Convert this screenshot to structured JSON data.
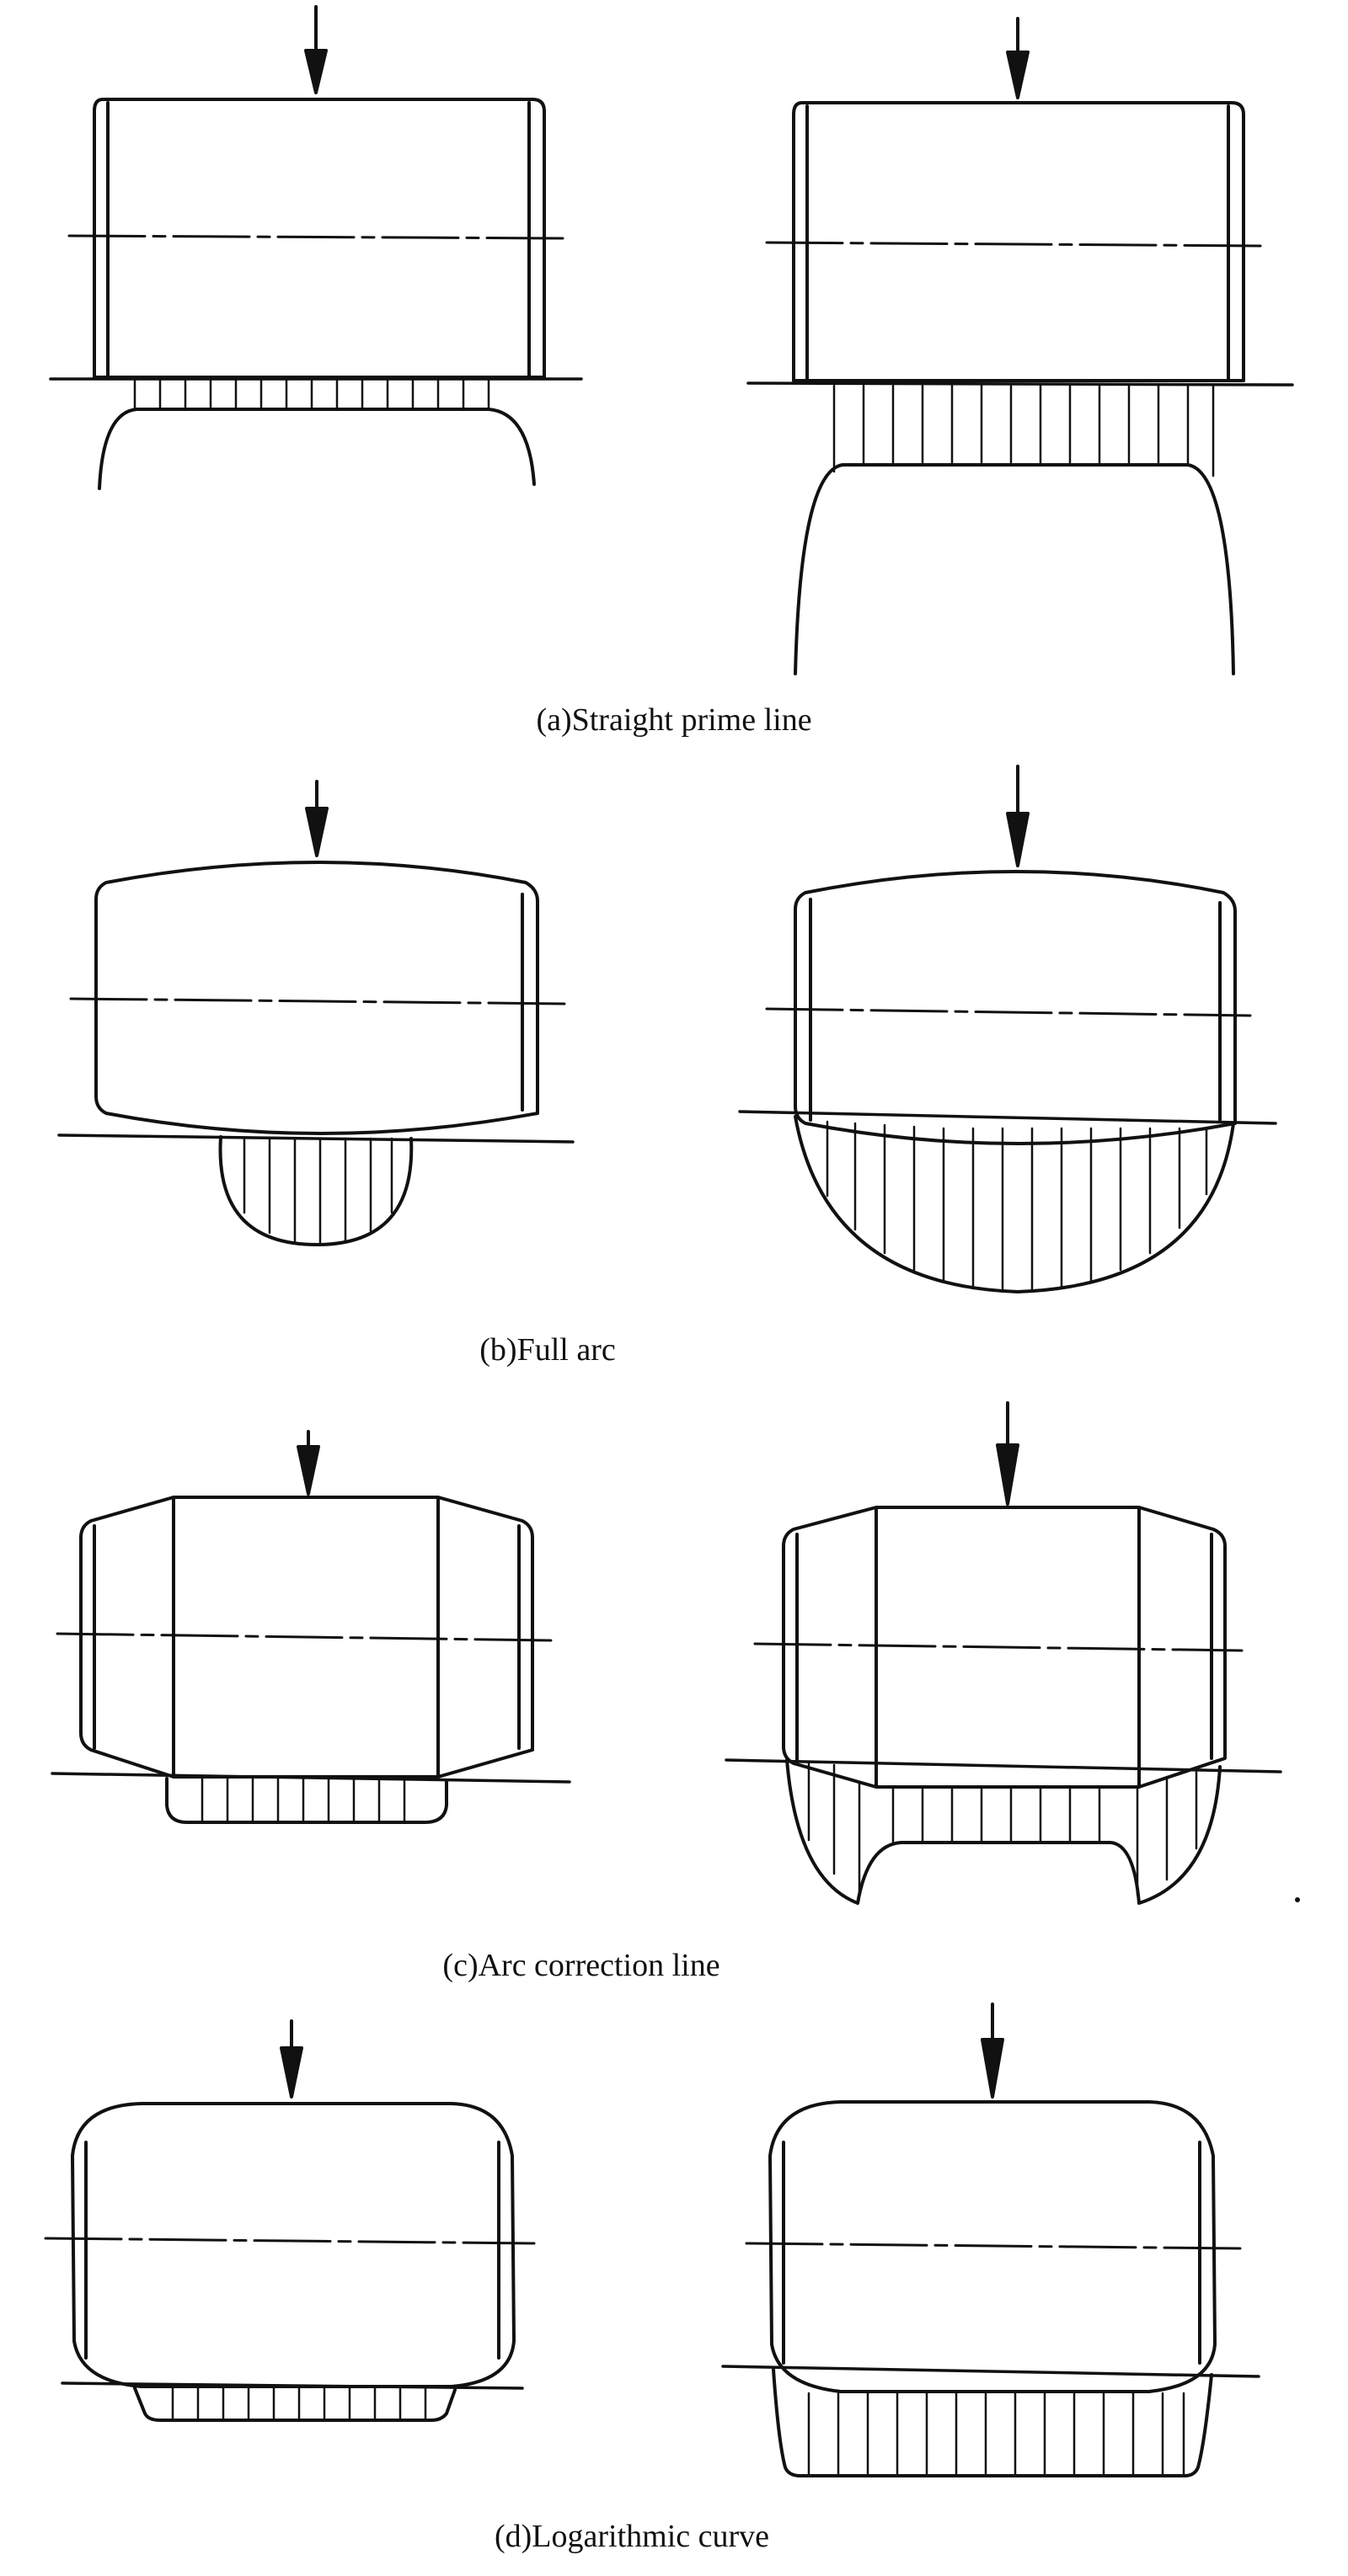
{
  "figure": {
    "line_color": "#111111",
    "background": "#ffffff",
    "panels": [
      {
        "id": "a",
        "caption": "(a)Straight prime line",
        "profile": "straight"
      },
      {
        "id": "b",
        "caption": "(b)Full arc",
        "profile": "full-arc"
      },
      {
        "id": "c",
        "caption": "(c)Arc correction line",
        "profile": "arc-correction"
      },
      {
        "id": "d",
        "caption": "(d)Logarithmic curve",
        "profile": "logarithmic"
      }
    ]
  }
}
